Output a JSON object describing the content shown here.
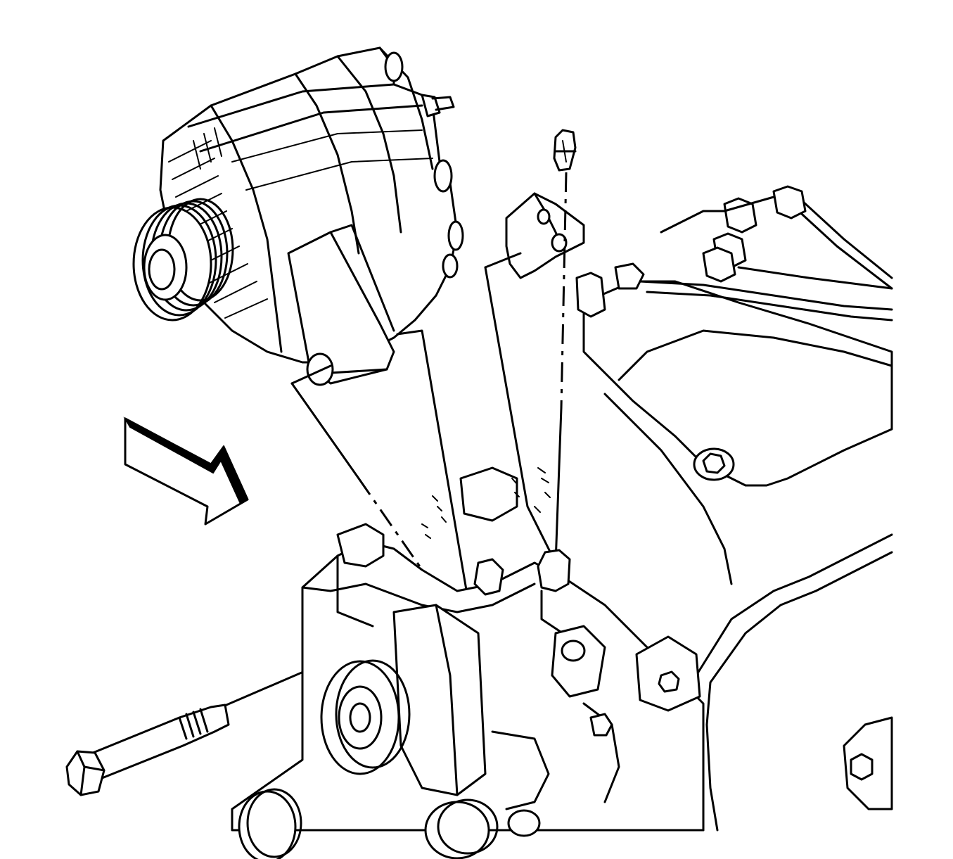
{
  "figure": {
    "kind": "exploded-view line drawing",
    "components": [
      "generator",
      "generator-bracket",
      "bracket-nut",
      "generator-bolt",
      "intake-manifold",
      "belt-tensioner",
      "view-arrow"
    ]
  },
  "colors": {
    "ink": "#000000",
    "paper": "#ffffff"
  }
}
